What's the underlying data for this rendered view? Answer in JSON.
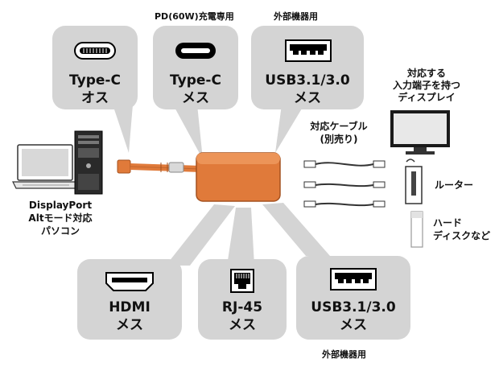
{
  "top_ports": [
    {
      "caption": "",
      "line1": "Type-C",
      "line2": "オス"
    },
    {
      "caption": "PD(60W)充電専用",
      "line1": "Type-C",
      "line2": "メス"
    },
    {
      "caption": "外部機器用",
      "line1": "USB3.1/3.0",
      "line2": "メス"
    }
  ],
  "bottom_ports": [
    {
      "line1": "HDMI",
      "line2": "メス",
      "caption": ""
    },
    {
      "line1": "RJ-45",
      "line2": "メス",
      "caption": ""
    },
    {
      "line1": "USB3.1/3.0",
      "line2": "メス",
      "caption": "外部機器用"
    }
  ],
  "left_device": {
    "line1": "DisplayPort",
    "line2": "Altモード対応",
    "line3": "パソコン"
  },
  "right_devices": {
    "display": {
      "line1": "対応する",
      "line2": "入力端子を持つ",
      "line3": "ディスプレイ"
    },
    "cable": {
      "line1": "対応ケーブル",
      "line2": "(別売り)"
    },
    "router": "ルーター",
    "hdd": {
      "line1": "ハード",
      "line2": "ディスクなど"
    }
  },
  "colors": {
    "adapter": "#e07a3a",
    "adapter_edge": "#a4511f",
    "card": "#d4d4d4"
  }
}
